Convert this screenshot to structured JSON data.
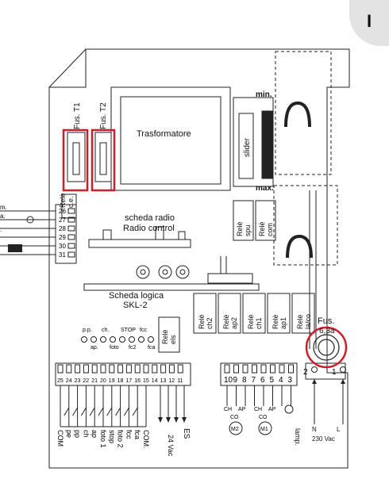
{
  "section_tab": "I",
  "fuses": {
    "t1": "Fus. T1",
    "t2": "Fus. T2",
    "main": "Fus.",
    "main_rating": "6,3a"
  },
  "transformer": "Trasformatore",
  "slider": {
    "label": "slider",
    "min": "min.",
    "max": "max."
  },
  "radio": {
    "line1": "scheda radio",
    "line2": "Radio control"
  },
  "logic": {
    "line1": "Scheda logica",
    "line2": "SKL-2"
  },
  "relays_top": {
    "ce": [
      "Relè",
      "c.e."
    ],
    "spu": [
      "Relè",
      "spu"
    ],
    "com": [
      "Relè",
      "com"
    ]
  },
  "relays_row": [
    {
      "line1": "Relè",
      "line2": "ch2"
    },
    {
      "line1": "Relè",
      "line2": "ap2"
    },
    {
      "line1": "Relè",
      "line2": "ch1"
    },
    {
      "line1": "Relè",
      "line2": "ap1"
    },
    {
      "line1": "Relè",
      "line2": "la/co"
    }
  ],
  "relay_els": [
    "Relè",
    "els"
  ],
  "leds_top": [
    "p.p.",
    "ch.",
    "STOP",
    "fcc"
  ],
  "leds_bottom": [
    "ap.",
    "foto",
    "fc2",
    "fca"
  ],
  "left_terminals": [
    "26",
    "27",
    "28",
    "29",
    "30",
    "31"
  ],
  "left_cut_labels": [
    "m.",
    "a.",
    "."
  ],
  "left_block_numbers": [
    "25",
    "24",
    "23",
    "22",
    "21",
    "20",
    "19",
    "18",
    "17",
    "16",
    "15",
    "14",
    "13",
    "12",
    "11"
  ],
  "motor_block_numbers": [
    "10",
    "9",
    "8",
    "7",
    "6",
    "5",
    "4",
    "3"
  ],
  "power_block_numbers": [
    "2",
    "1"
  ],
  "bottom_labels": [
    "COM",
    "pe",
    "pp",
    "ch",
    "ap",
    "foto 1",
    "stop",
    "foto 2",
    "fcc",
    "fca",
    "COM."
  ],
  "vac24": "24 Vac",
  "es": "ES",
  "motor_wire_labels": [
    "CH",
    "AP",
    "CH",
    "AP"
  ],
  "co_labels": [
    "CO",
    "CO"
  ],
  "motors": [
    "M2",
    "M1"
  ],
  "lamp": "lamp.",
  "n_label": "N",
  "l_label": "L",
  "vac230": "230 Vac"
}
